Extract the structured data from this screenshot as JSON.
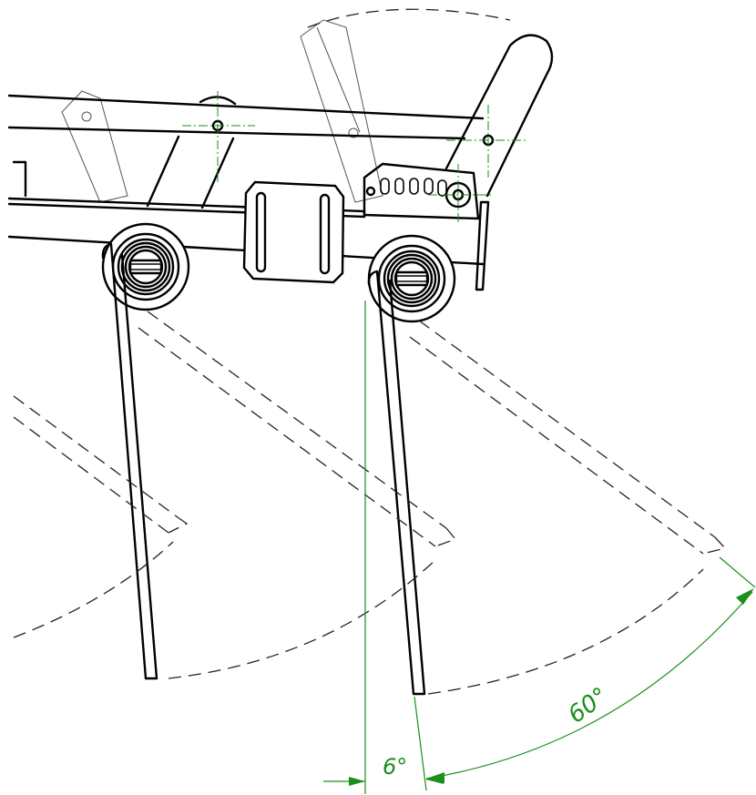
{
  "annotations": {
    "angle_large": "60°",
    "angle_small": "6°"
  },
  "colors": {
    "line": "#000000",
    "dimension": "#1a8f1a",
    "background": "#ffffff"
  },
  "angles_deg": {
    "large": 60,
    "small": 6
  }
}
